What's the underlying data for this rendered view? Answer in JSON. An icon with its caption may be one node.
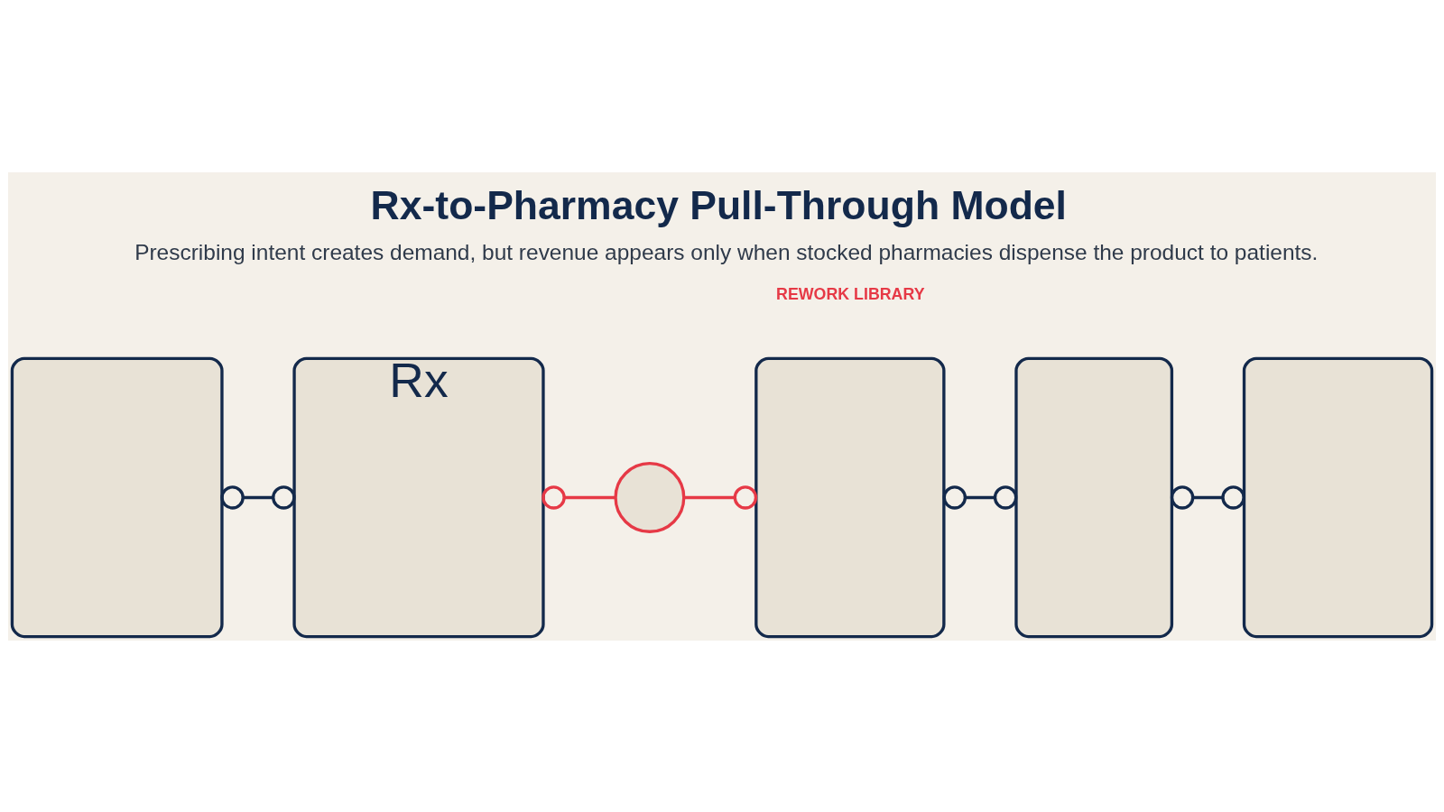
{
  "diagram": {
    "title": "Rx-to-Pharmacy Pull-Through Model",
    "caption": "Prescribing intent creates demand, but revenue appears only when stocked pharmacies dispense the product to patients.",
    "nodes": [
      {
        "text": [],
        "shape": "box"
      },
      {
        "text": [
          "Rx"
        ]
      },
      {
        "text": [],
        "shape": "circle"
      },
      {
        "text": [],
        "shape": "box"
      },
      {
        "text": [],
        "shape": "box"
      },
      {
        "text": [],
        "shape": "box"
      }
    ],
    "edges": [
      {
        "from": 0,
        "to": 1,
        "arrow": "other"
      },
      {
        "from": 1,
        "to": 2,
        "arrow": "other",
        "color": "#e63946"
      },
      {
        "from": 2,
        "to": 3,
        "arrow": "other",
        "color": "#e63946"
      },
      {
        "from": 3,
        "to": 4,
        "arrow": "other"
      },
      {
        "from": 4,
        "to": 5,
        "arrow": "other"
      }
    ],
    "labels": [
      "REWORK LIBRARY"
    ]
  }
}
